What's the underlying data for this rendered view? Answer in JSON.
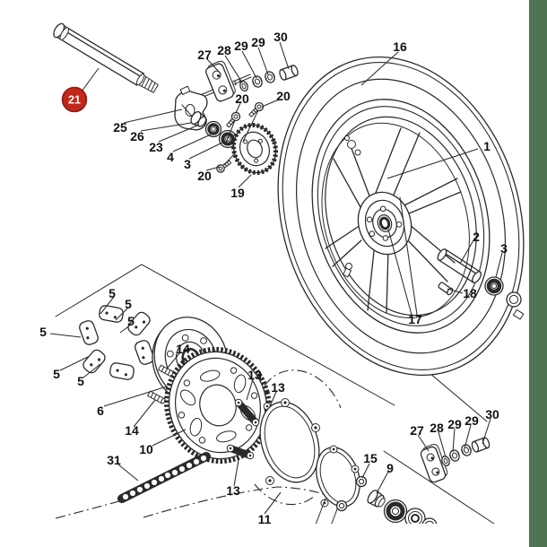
{
  "canvas": {
    "background": "#ffffff",
    "side_band_color": "#4e7452",
    "line_color": "#2a2a2a",
    "label_color": "#111111",
    "clip_strip_color": "#ffffff"
  },
  "highlight_badge": {
    "label": "21",
    "fill": "#c1271b",
    "ring": "#8e1a12",
    "text_color": "#ffffff"
  },
  "callouts": [
    {
      "label": "27"
    },
    {
      "label": "28"
    },
    {
      "label": "29"
    },
    {
      "label": "29"
    },
    {
      "label": "30"
    },
    {
      "label": "16"
    },
    {
      "label": "20"
    },
    {
      "label": "20"
    },
    {
      "label": "25"
    },
    {
      "label": "26"
    },
    {
      "label": "23"
    },
    {
      "label": "4"
    },
    {
      "label": "3"
    },
    {
      "label": "20"
    },
    {
      "label": "19"
    },
    {
      "label": "1"
    },
    {
      "label": "2"
    },
    {
      "label": "3"
    },
    {
      "label": "18"
    },
    {
      "label": "17"
    },
    {
      "label": "5"
    },
    {
      "label": "5"
    },
    {
      "label": "5"
    },
    {
      "label": "5"
    },
    {
      "label": "5"
    },
    {
      "label": "5"
    },
    {
      "label": "6"
    },
    {
      "label": "14"
    },
    {
      "label": "14"
    },
    {
      "label": "13"
    },
    {
      "label": "13"
    },
    {
      "label": "10"
    },
    {
      "label": "31"
    },
    {
      "label": "13"
    },
    {
      "label": "11"
    },
    {
      "label": "15"
    },
    {
      "label": "9"
    },
    {
      "label": "27"
    },
    {
      "label": "28"
    },
    {
      "label": "29"
    },
    {
      "label": "29"
    },
    {
      "label": "30"
    }
  ]
}
